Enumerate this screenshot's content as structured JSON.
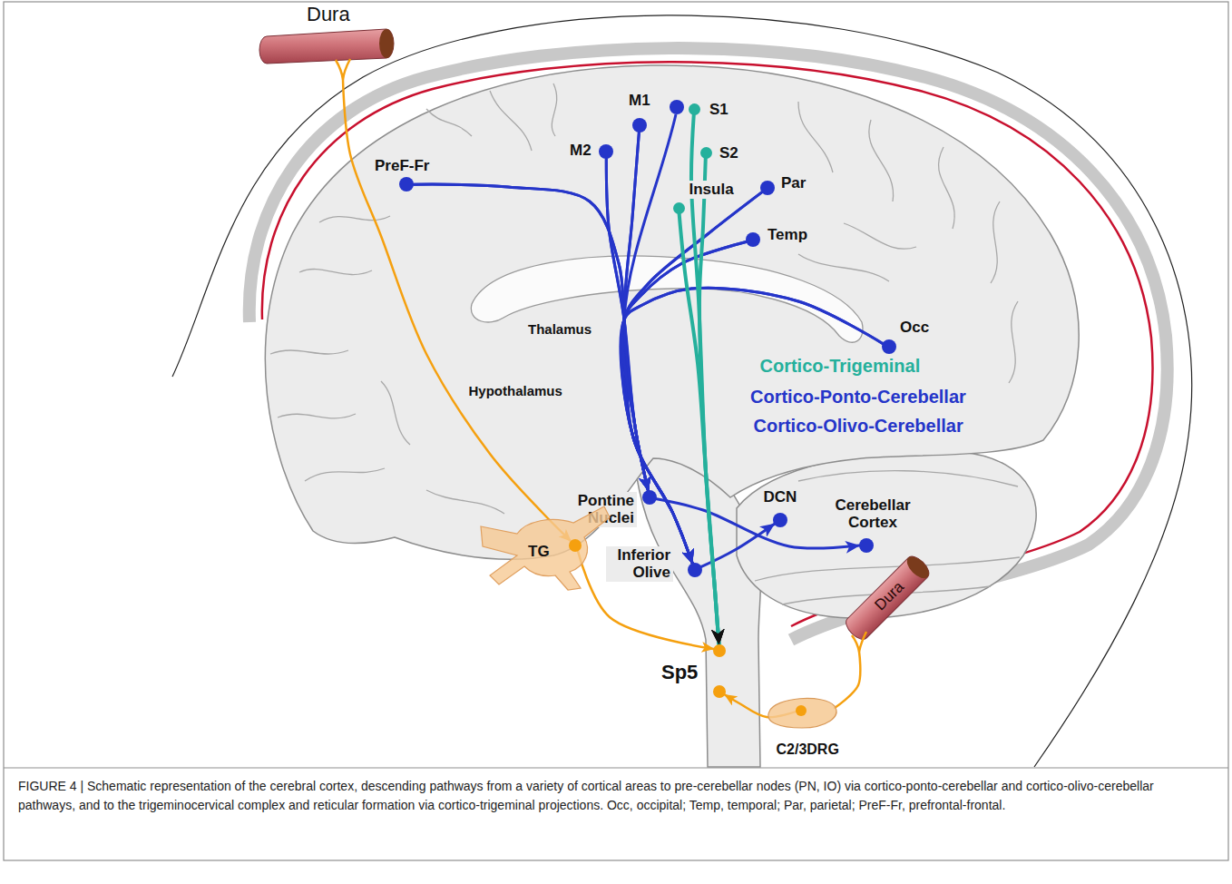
{
  "diagram": {
    "caption": "FIGURE 4 | Schematic representation of the cerebral cortex, descending pathways from a variety of cortical areas to pre-cerebellar nodes (PN, IO) via cortico-ponto-cerebellar and cortico-olivo-cerebellar pathways, and to the trigeminocervical complex and reticular formation via cortico-trigeminal projections. Occ, occipital; Temp, temporal; Par, parietal; PreF-Fr, prefrontal-frontal.",
    "nodes": [
      {
        "text": [
          "Dura"
        ]
      },
      {
        "text": [
          "M1"
        ]
      },
      {
        "text": [
          "S1"
        ]
      },
      {
        "text": [
          "M2"
        ]
      },
      {
        "text": [
          "S2"
        ]
      },
      {
        "text": [
          "PreF-Fr"
        ]
      },
      {
        "text": [
          "Insula"
        ]
      },
      {
        "text": [
          "Par"
        ]
      },
      {
        "text": [
          "Temp"
        ]
      },
      {
        "text": [
          "Occ"
        ]
      },
      {
        "text": [
          "Pontine Nuclei"
        ]
      },
      {
        "text": [
          "DCN"
        ]
      },
      {
        "text": [
          "Cerebellar Cortex"
        ]
      },
      {
        "text": [
          "Inferior Olive"
        ]
      },
      {
        "text": [
          "TG"
        ]
      },
      {
        "text": [
          "Sp5"
        ]
      },
      {
        "text": [
          "Dura"
        ]
      },
      {
        "text": [
          "C2/3DRG"
        ]
      }
    ],
    "edges": [
      {
        "from": 5,
        "to": 10,
        "arrow": "to"
      },
      {
        "from": 5,
        "to": 13,
        "arrow": "to"
      },
      {
        "from": 3,
        "to": 10,
        "arrow": "to"
      },
      {
        "from": 3,
        "to": 13,
        "arrow": "to"
      },
      {
        "from": 1,
        "to": 10,
        "arrow": "to"
      },
      {
        "from": 1,
        "to": 13,
        "arrow": "to"
      },
      {
        "from": 7,
        "to": 10,
        "arrow": "to"
      },
      {
        "from": 7,
        "to": 13,
        "arrow": "to"
      },
      {
        "from": 8,
        "to": 10,
        "arrow": "to"
      },
      {
        "from": 8,
        "to": 13,
        "arrow": "to"
      },
      {
        "from": 9,
        "to": 10,
        "arrow": "to"
      },
      {
        "from": 9,
        "to": 13,
        "arrow": "to"
      },
      {
        "from": 10,
        "to": 12,
        "arrow": "to"
      },
      {
        "from": 13,
        "to": 11,
        "arrow": "to"
      },
      {
        "from": 2,
        "to": 15,
        "arrow": "to"
      },
      {
        "from": 4,
        "to": 15,
        "arrow": "to"
      },
      {
        "from": 6,
        "to": 15,
        "arrow": "to"
      },
      {
        "from": 0,
        "to": 14,
        "arrow": "to"
      },
      {
        "from": 14,
        "to": 15,
        "arrow": "to"
      },
      {
        "from": 16,
        "to": 17,
        "arrow": "none"
      },
      {
        "from": 17,
        "to": 15,
        "arrow": "to"
      }
    ],
    "labels": [
      "Thalamus",
      "Hypothalamus",
      "Cortico-Trigeminal",
      "Cortico-Ponto-Cerebellar",
      "Cortico-Olivo-Cerebellar"
    ]
  }
}
